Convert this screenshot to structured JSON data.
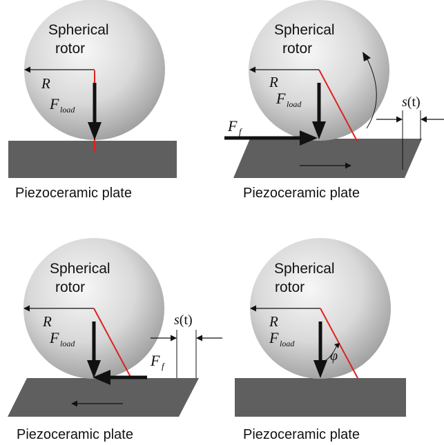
{
  "panels": [
    {
      "rotor_label_line1": "Spherical",
      "rotor_label_line2": "rotor",
      "radius_label": "R",
      "load_label": "F",
      "load_sub": "load",
      "plate_label": "Piezoceramic plate"
    },
    {
      "rotor_label_line1": "Spherical",
      "rotor_label_line2": "rotor",
      "radius_label": "R",
      "load_label": "F",
      "load_sub": "load",
      "friction_label": "F",
      "friction_sub": "f",
      "disp_s": "s",
      "disp_t": "(t)",
      "plate_label": "Piezoceramic plate"
    },
    {
      "rotor_label_line1": "Spherical",
      "rotor_label_line2": "rotor",
      "radius_label": "R",
      "load_label": "F",
      "load_sub": "load",
      "friction_label": "F",
      "friction_sub": "f",
      "disp_s": "s",
      "disp_t": "(t)",
      "plate_label": "Piezoceramic plate"
    },
    {
      "rotor_label_line1": "Spherical",
      "rotor_label_line2": "rotor",
      "radius_label": "R",
      "load_label": "F",
      "load_sub": "load",
      "angle_label": "φ",
      "plate_label": "Piezoceramic plate"
    }
  ],
  "colors": {
    "plate": "#5f5f5f",
    "contact_line": "#e0201b",
    "arrow": "#111111"
  }
}
